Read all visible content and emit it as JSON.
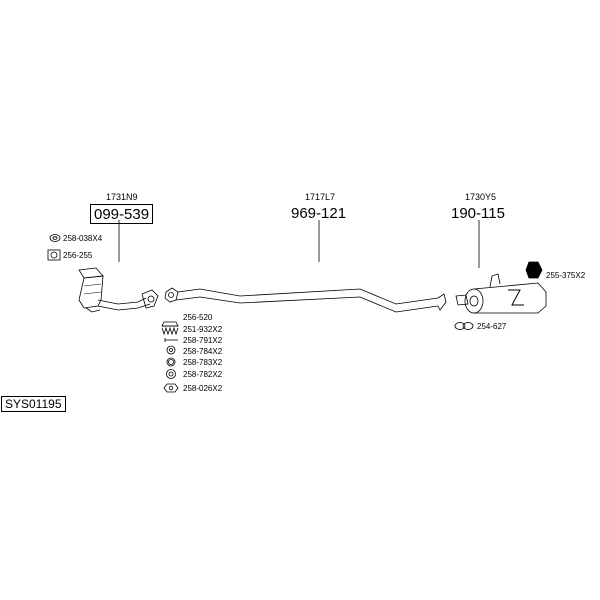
{
  "assemblies": [
    {
      "code": "1731N9",
      "part": "099-539"
    },
    {
      "code": "1717L7",
      "part": "969-121"
    },
    {
      "code": "1730Y5",
      "part": "190-115"
    }
  ],
  "fittings_left": {
    "top": [
      "258-038X4",
      "256-255"
    ],
    "kit": [
      "256-520",
      "251-932X2",
      "258-791X2",
      "258-784X2",
      "258-783X2",
      "258-782X2",
      "258-026X2"
    ]
  },
  "fittings_right": [
    "255-375X2",
    "254-627"
  ],
  "system_id": "SYS01195"
}
